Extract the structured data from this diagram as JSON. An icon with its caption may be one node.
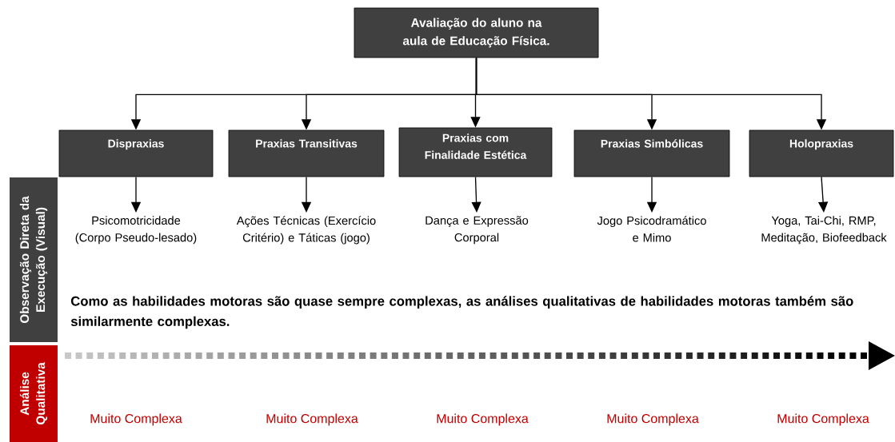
{
  "diagram": {
    "nodes": [
      {
        "text": [
          "Avaliação do aluno na aula de Educação Física."
        ]
      },
      {
        "text": [
          "Dispraxias"
        ]
      },
      {
        "text": [
          "Praxias Transitivas"
        ]
      },
      {
        "text": [
          "Praxias  com Finalidade Estética"
        ]
      },
      {
        "text": [
          "Praxias Simbólicas"
        ]
      },
      {
        "text": [
          "Holopraxias"
        ]
      },
      {
        "text": [
          "Psicomotricidade (Corpo Pseudo-lesado)"
        ]
      },
      {
        "text": [
          "Ações Técnicas (Exercício Critério) e Táticas (jogo)"
        ]
      },
      {
        "text": [
          "Dança e Expressão Corporal"
        ]
      },
      {
        "text": [
          "Jogo Psicodramático e Mimo"
        ]
      },
      {
        "text": [
          "Yoga, Tai-Chi, RMP, Meditação, Biofeedback"
        ]
      },
      {
        "text": [
          "Observação Direta da Execução (Visual)"
        ]
      },
      {
        "text": [
          "Análise Qualitativa"
        ]
      }
    ],
    "edges": [
      {
        "from": 0,
        "to": 1,
        "arrow": "to"
      },
      {
        "from": 0,
        "to": 2,
        "arrow": "to"
      },
      {
        "from": 0,
        "to": 3,
        "arrow": "to"
      },
      {
        "from": 0,
        "to": 4,
        "arrow": "to"
      },
      {
        "from": 0,
        "to": 5,
        "arrow": "to"
      },
      {
        "from": 1,
        "to": 6,
        "arrow": "to"
      },
      {
        "from": 2,
        "to": 7,
        "arrow": "to"
      },
      {
        "from": 3,
        "to": 8,
        "arrow": "to"
      },
      {
        "from": 4,
        "to": 9,
        "arrow": "to"
      },
      {
        "from": 5,
        "to": 10,
        "arrow": "to"
      }
    ],
    "labels": [
      "Como as habilidades motoras são quase sempre complexas, as análises qualitativas de habilidades motoras também são similarmente complexas.",
      "Muito Complexa",
      "Muito Complexa",
      "Muito Complexa",
      "Muito Complexa",
      "Muito Complexa"
    ]
  }
}
